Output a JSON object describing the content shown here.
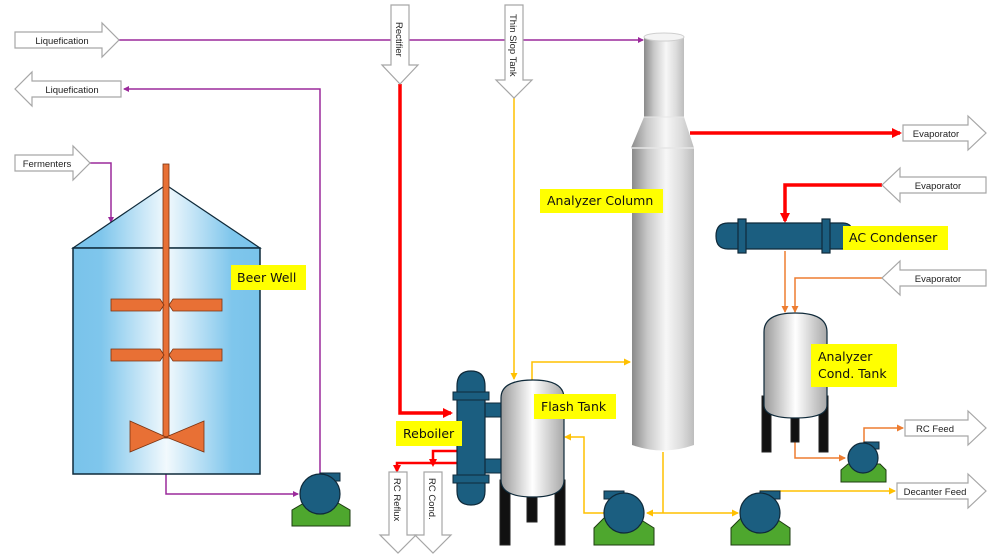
{
  "title": "Beer Well / Analyzer Column Process Flow Diagram",
  "colors": {
    "line_purple": "#9b2a9b",
    "line_red": "#ff0000",
    "line_yellow": "#ffc000",
    "line_orange": "#ed7d31",
    "equipment_blue": "#1b5e80",
    "pump_base_green": "#4ea72e",
    "label_bg": "#ffff00",
    "agitator_orange": "#e87035"
  },
  "off_page_connectors": {
    "liquefication_in": "Liquefication",
    "liquefication_out": "Liquefication",
    "fermenters_in": "Fermenters",
    "rectifier_in": "Rectifier",
    "thin_slop_tank_in": "Thin Slop Tank",
    "evaporator_out": "Evaporator",
    "evaporator_in_1": "Evaporator",
    "evaporator_in_2": "Evaporator",
    "rc_feed_out": "RC Feed",
    "decanter_feed_out": "Decanter Feed",
    "rc_reflux_out": "RC Reflux",
    "rc_cond_out": "RC Cond."
  },
  "equipment_labels": {
    "beer_well": "Beer Well",
    "analyzer_column": "Analyzer Column",
    "ac_condenser": "AC Condenser",
    "analyzer_cond_tank_line1": "Analyzer",
    "analyzer_cond_tank_line2": "Cond. Tank",
    "flash_tank": "Flash Tank",
    "reboiler": "Reboiler"
  }
}
